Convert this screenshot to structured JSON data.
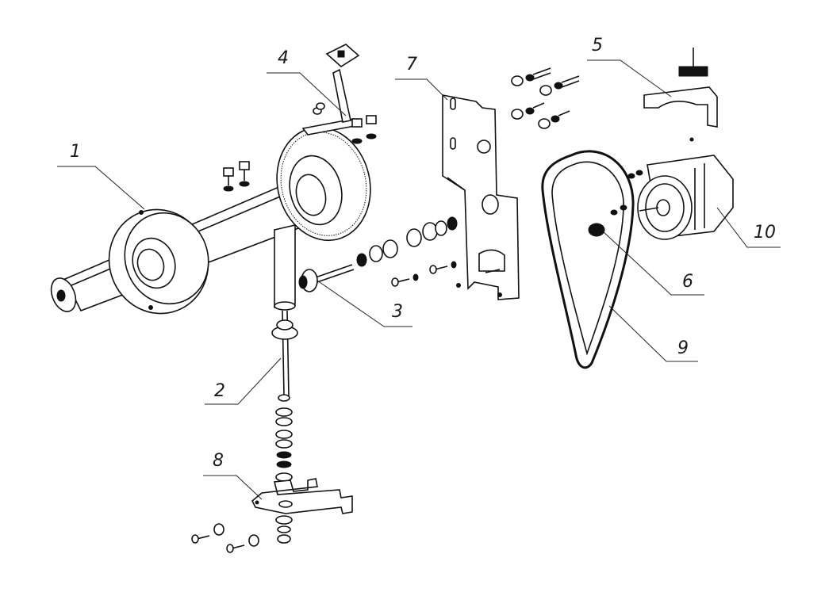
{
  "callouts": [
    {
      "id": "1",
      "label": "1"
    },
    {
      "id": "2",
      "label": "2"
    },
    {
      "id": "3",
      "label": "3"
    },
    {
      "id": "4",
      "label": "4"
    },
    {
      "id": "5",
      "label": "5"
    },
    {
      "id": "6",
      "label": "6"
    },
    {
      "id": "7",
      "label": "7"
    },
    {
      "id": "8",
      "label": "8"
    },
    {
      "id": "9",
      "label": "9"
    },
    {
      "id": "10",
      "label": "10"
    }
  ],
  "colors": {
    "line": "#111111",
    "background": "#ffffff",
    "fill_dark": "#111111"
  }
}
